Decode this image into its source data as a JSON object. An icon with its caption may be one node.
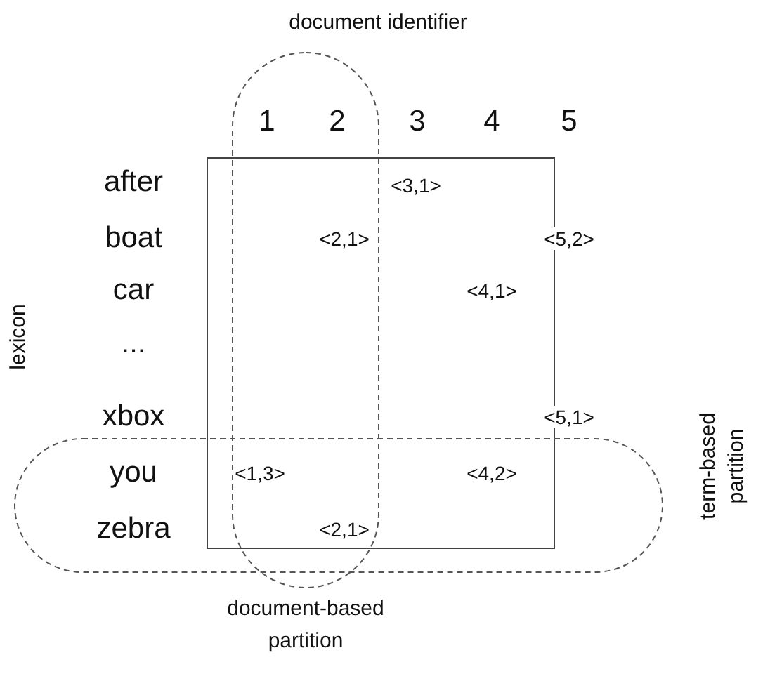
{
  "diagram": {
    "nodes": [
      {
        "text": [],
        "shape": "box"
      },
      {
        "text": [
          "document-based partition"
        ]
      },
      {
        "text": [
          "term-based partition"
        ]
      }
    ],
    "labels": [
      "document identifier",
      "1",
      "2",
      "3",
      "4",
      "5",
      "lexicon",
      "after",
      "boat",
      "car",
      "...",
      "xbox",
      "you",
      "zebra",
      "<3,1>",
      "<2,1>",
      "<5,2>",
      "<4,1>",
      "<5,1>",
      "<1,3>",
      "<4,2>",
      "<2,1>"
    ]
  }
}
